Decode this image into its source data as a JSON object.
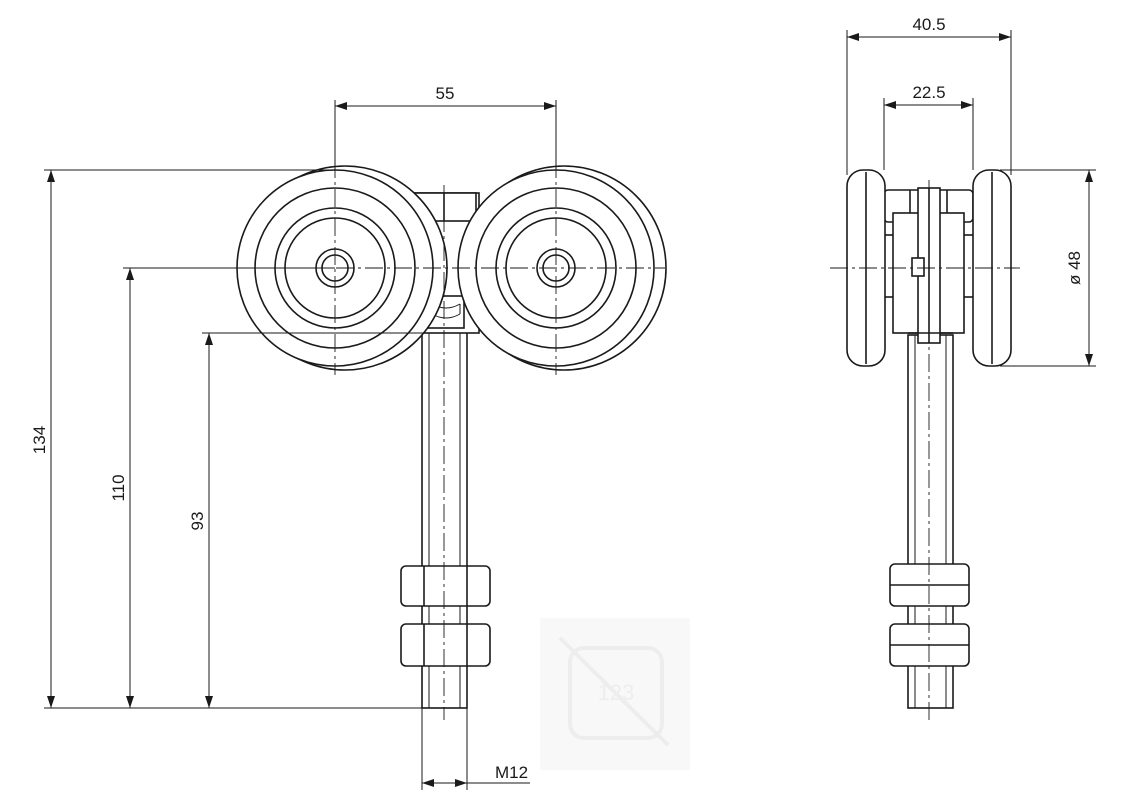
{
  "dimensions": {
    "wheel_spacing": "55",
    "overall_height": "134",
    "axle_height": "110",
    "body_height": "93",
    "thread": "M12",
    "overall_width": "40.5",
    "wheel_width": "22.5",
    "wheel_diameter": "ø 48"
  },
  "watermark": {
    "text": "123"
  },
  "colors": {
    "line": "#1a1a1a",
    "background": "#ffffff",
    "watermark": "#e0e0e0"
  }
}
